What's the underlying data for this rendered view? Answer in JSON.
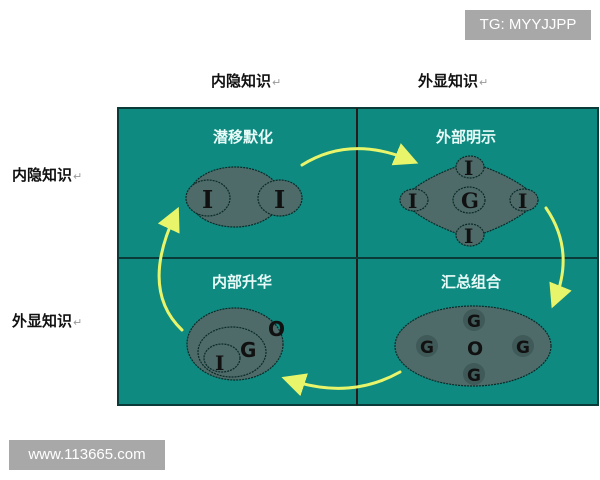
{
  "watermarks": {
    "top": "TG: MYYJJPP",
    "bottom": "www.113665.com"
  },
  "columns": [
    {
      "label": "内隐知识",
      "mark": "↵"
    },
    {
      "label": "外显知识",
      "mark": "↵"
    }
  ],
  "rows": [
    {
      "label": "内隐知识",
      "mark": "↵"
    },
    {
      "label": "外显知识",
      "mark": "↵"
    }
  ],
  "quadrants": {
    "top_left": {
      "title": "潜移默化",
      "letters": [
        "I",
        "I"
      ]
    },
    "top_right": {
      "title": "外部明示",
      "letters": [
        "I",
        "I",
        "G",
        "I",
        "I"
      ]
    },
    "bottom_left": {
      "title": "内部升华",
      "letters": [
        "I",
        "G",
        "O"
      ]
    },
    "bottom_right": {
      "title": "汇总组合",
      "letters": [
        "G",
        "G",
        "O",
        "G",
        "G"
      ]
    }
  },
  "colors": {
    "panel": "#0e8a80",
    "panel_border": "#0b3b38",
    "divider": "#2a1a1a",
    "ellipse": "#4e6b69",
    "arrow": "#e8f56a"
  }
}
